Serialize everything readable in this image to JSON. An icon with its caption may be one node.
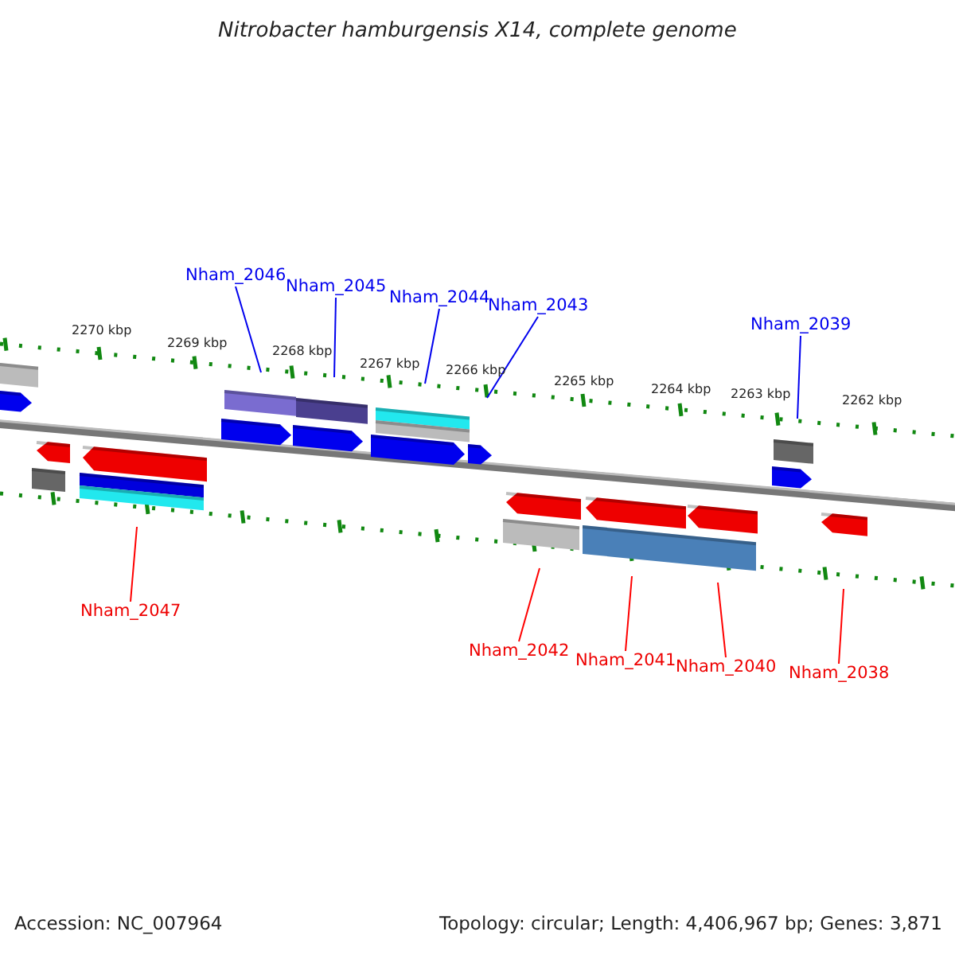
{
  "diagram": {
    "title": "Nitrobacter hamburgensis X14, complete genome",
    "nodes": [
      {
        "text": [
          "Nham_2046"
        ]
      },
      {
        "text": [
          "Nham_2045"
        ]
      },
      {
        "text": [
          "Nham_2044"
        ]
      },
      {
        "text": [
          "Nham_2043"
        ]
      },
      {
        "text": [
          "Nham_2039"
        ]
      },
      {
        "text": [
          "Nham_2047"
        ]
      },
      {
        "text": [
          "Nham_2042"
        ]
      },
      {
        "text": [
          "Nham_2041"
        ]
      },
      {
        "text": [
          "Nham_2040"
        ]
      },
      {
        "text": [
          "Nham_2038"
        ]
      }
    ],
    "edges": [
      {
        "from": 0,
        "to": null,
        "arrow": "none"
      },
      {
        "from": 1,
        "to": null,
        "arrow": "none"
      },
      {
        "from": 2,
        "to": null,
        "arrow": "none"
      },
      {
        "from": 3,
        "to": null,
        "arrow": "none"
      },
      {
        "from": 4,
        "to": null,
        "arrow": "none"
      },
      {
        "from": 5,
        "to": null,
        "arrow": "none",
        "color": "#ff0000"
      },
      {
        "from": 6,
        "to": null,
        "arrow": "none",
        "color": "#ff0000"
      },
      {
        "from": 7,
        "to": null,
        "arrow": "none",
        "color": "#ff0000"
      },
      {
        "from": 8,
        "to": null,
        "arrow": "none",
        "color": "#ff0000"
      },
      {
        "from": 9,
        "to": null,
        "arrow": "none",
        "color": "#ff0000"
      }
    ],
    "labels": [
      "2270 kbp",
      "2269 kbp",
      "2268 kbp",
      "2267 kbp",
      "2266 kbp",
      "2265 kbp",
      "2264 kbp",
      "2263 kbp",
      "2262 kbp",
      "Accession: NC_007964",
      "Topology: circular; Length: 4,406,967 bp; Genes: 3,871"
    ]
  }
}
